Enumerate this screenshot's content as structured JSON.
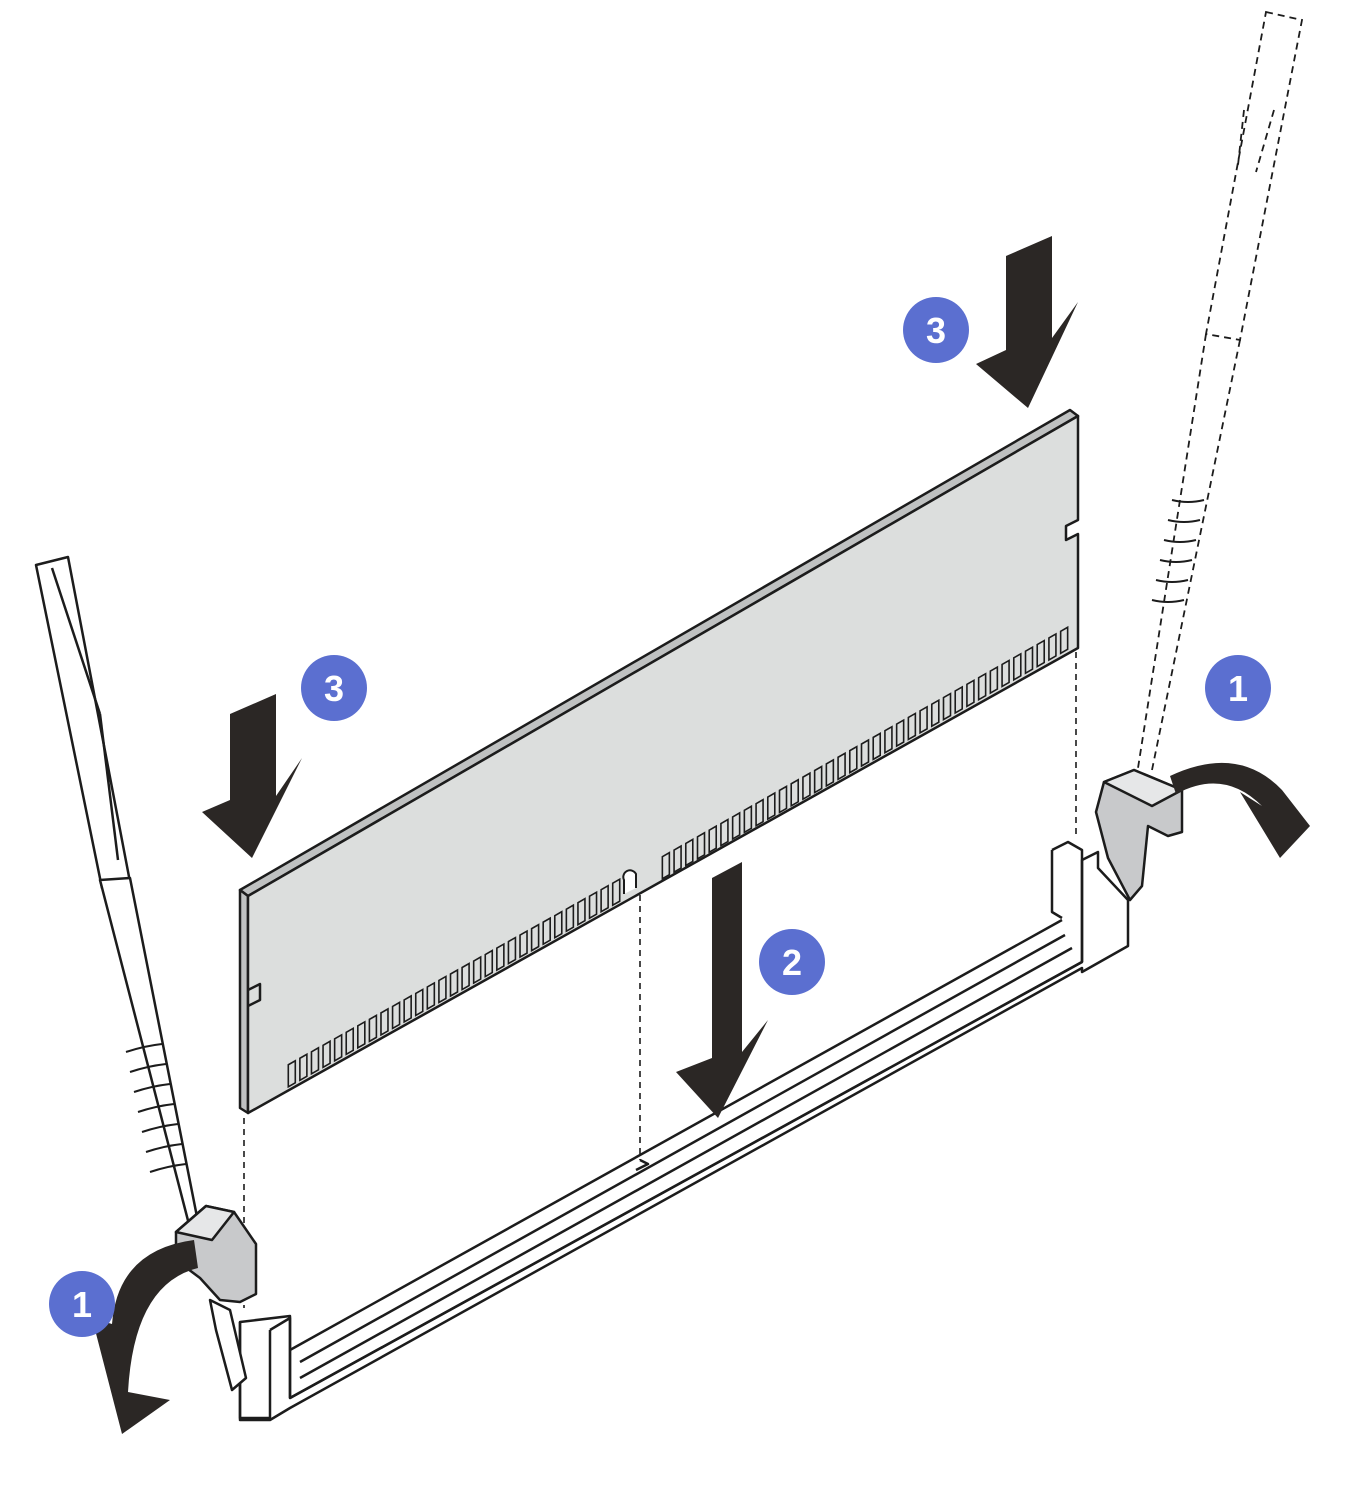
{
  "callouts": [
    {
      "id": "c1-right",
      "label": "1"
    },
    {
      "id": "c1-left",
      "label": "1"
    },
    {
      "id": "c2",
      "label": "2"
    },
    {
      "id": "c3-top",
      "label": "3"
    },
    {
      "id": "c3-left",
      "label": "3"
    }
  ],
  "colors": {
    "callout": "#5b6fd0",
    "module_face": "#dcdedd",
    "outline": "#1c1c1c",
    "arrow": "#2b2725",
    "latch": "#c8c9cb"
  }
}
